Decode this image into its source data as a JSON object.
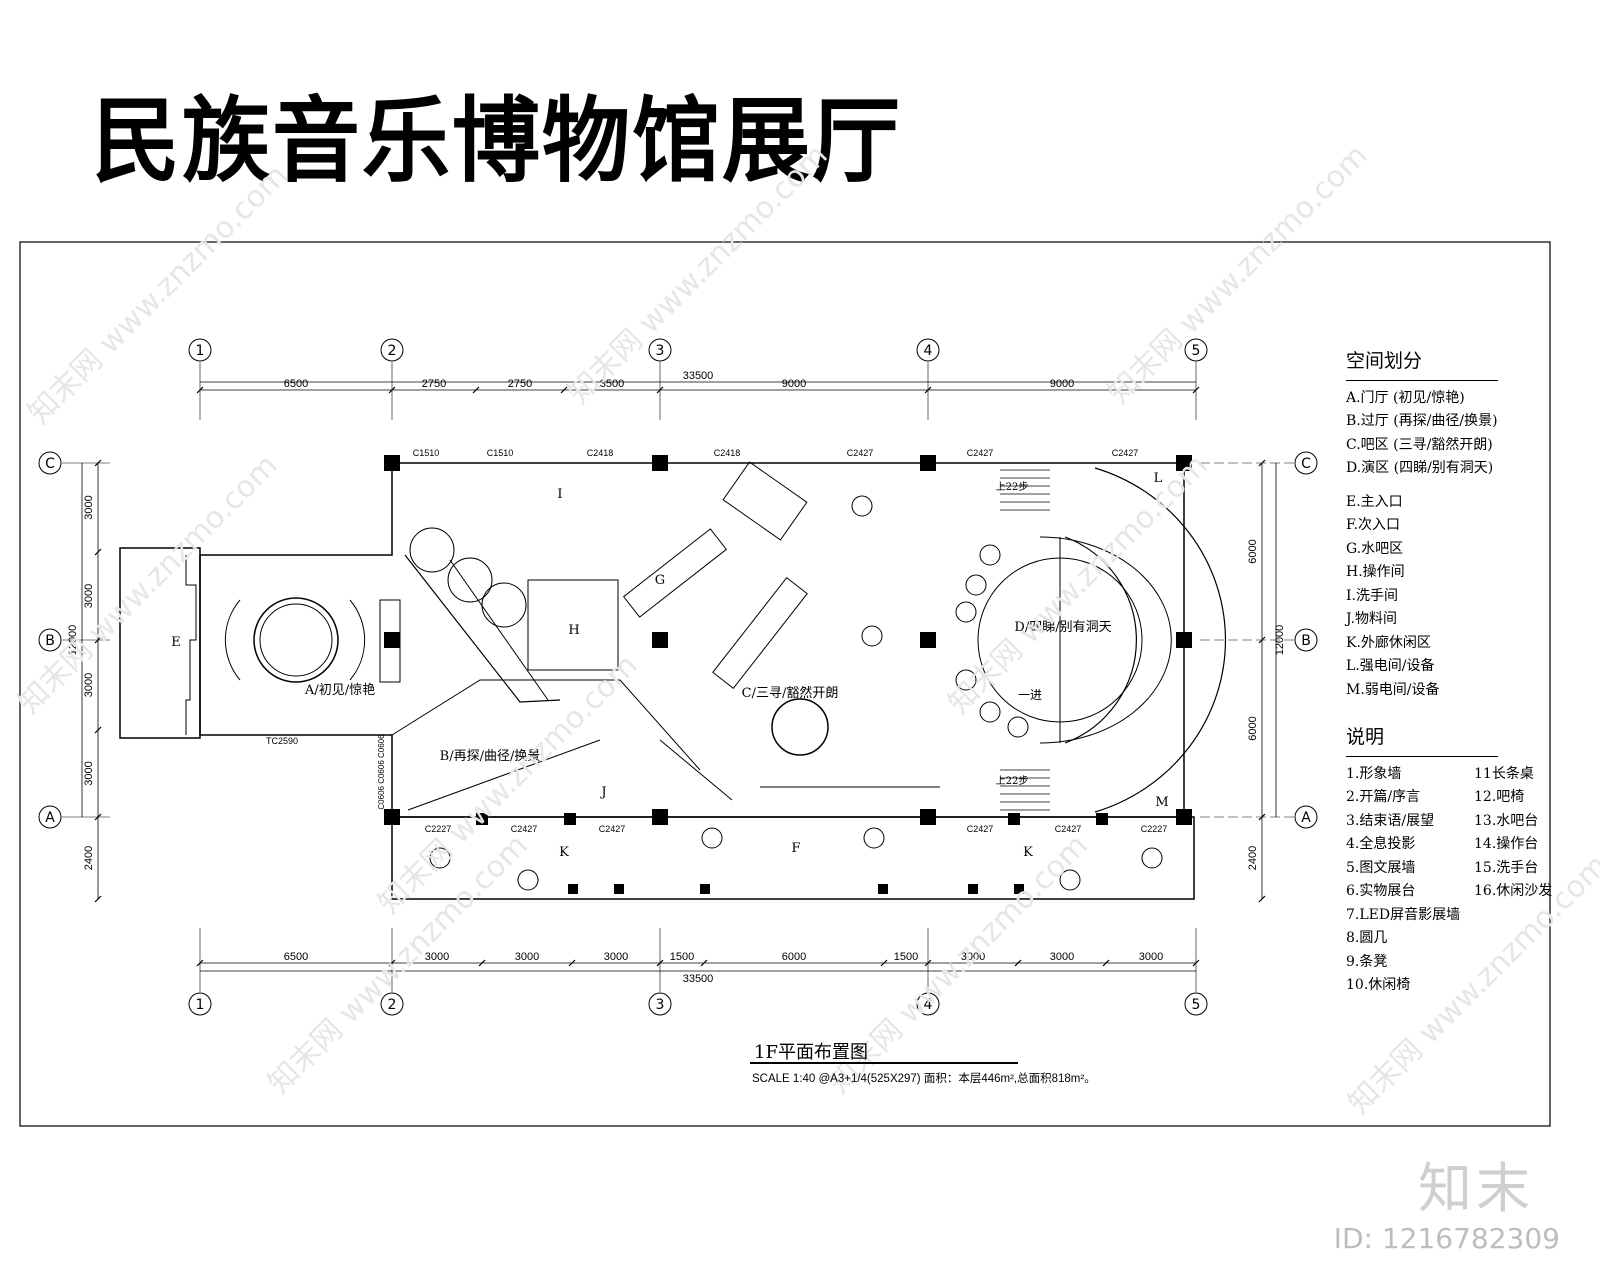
{
  "title": "民族音乐博物馆展厅",
  "axes": {
    "columns": [
      "1",
      "2",
      "3",
      "4",
      "5"
    ],
    "rows": [
      "C",
      "B",
      "A"
    ]
  },
  "dimensions": {
    "top_total": "33500",
    "top": [
      "6500",
      "2750",
      "2750",
      "3500",
      "9000",
      "9000"
    ],
    "bottom_total": "33500",
    "bottom": [
      "6500",
      "3000",
      "3000",
      "3000",
      "1500",
      "6000",
      "1500",
      "3000",
      "3000",
      "3000"
    ],
    "left_total": "12000",
    "left": [
      "3000",
      "3000",
      "3000",
      "3000",
      "2400"
    ],
    "right_total": "12000",
    "right": [
      "6000",
      "6000",
      "2400"
    ]
  },
  "window_codes": {
    "top": [
      "C1510",
      "C1510",
      "C2418",
      "C2418",
      "C2427",
      "C2427",
      "C2427"
    ],
    "bottom": [
      "C2227",
      "C2427",
      "C2427",
      "C2427",
      "C2427",
      "C2227"
    ],
    "left_vertical": "C0606 C0606 C0606",
    "entry": "TC2590"
  },
  "zone_labels": {
    "a": "A/初见/惊艳",
    "b": "B/再探/曲径/换景",
    "c": "C/三寻/豁然开朗",
    "d": "D/四睇/别有洞天",
    "e": "E",
    "f": "F",
    "g": "G",
    "h": "H",
    "i": "I",
    "j": "J",
    "k1": "K",
    "k2": "K",
    "l": "L",
    "m": "M",
    "stairs_top": "上22步",
    "stairs_bottom": "上22步",
    "stage_step": "一进"
  },
  "legend_spaces": {
    "heading": "空间划分",
    "items": [
      "A.门厅 (初见/惊艳)",
      "B.过厅 (再探/曲径/换景)",
      "C.吧区 (三寻/豁然开朗)",
      "D.演区 (四睇/别有洞天)",
      "E.主入口",
      "F.次入口",
      "G.水吧区",
      "H.操作间",
      "I.洗手间",
      "J.物料间",
      "K.外廊休闲区",
      "L.强电间/设备",
      "M.弱电间/设备"
    ]
  },
  "legend_notes": {
    "heading": "说明",
    "items": [
      "1.形象墙",
      "11长条桌",
      "2.开篇/序言",
      "12.吧椅",
      "3.结束语/展望",
      "13.水吧台",
      "4.全息投影",
      "14.操作台",
      "5.图文展墙",
      "15.洗手台",
      "6.实物展台",
      "16.休闲沙发",
      "7.LED屏音影展墙",
      "",
      "8.圆几",
      "",
      "9.条凳",
      "",
      "10.休闲椅",
      ""
    ]
  },
  "drawing_title": "1F平面布置图",
  "scale_text": "SCALE  1:40  @A3+1/4(525X297)  面积：本层446m²,总面积818m²。",
  "watermark": {
    "brand": "知末",
    "id": "ID: 1216782309",
    "tile": "知末网 www.znzmo.com"
  }
}
